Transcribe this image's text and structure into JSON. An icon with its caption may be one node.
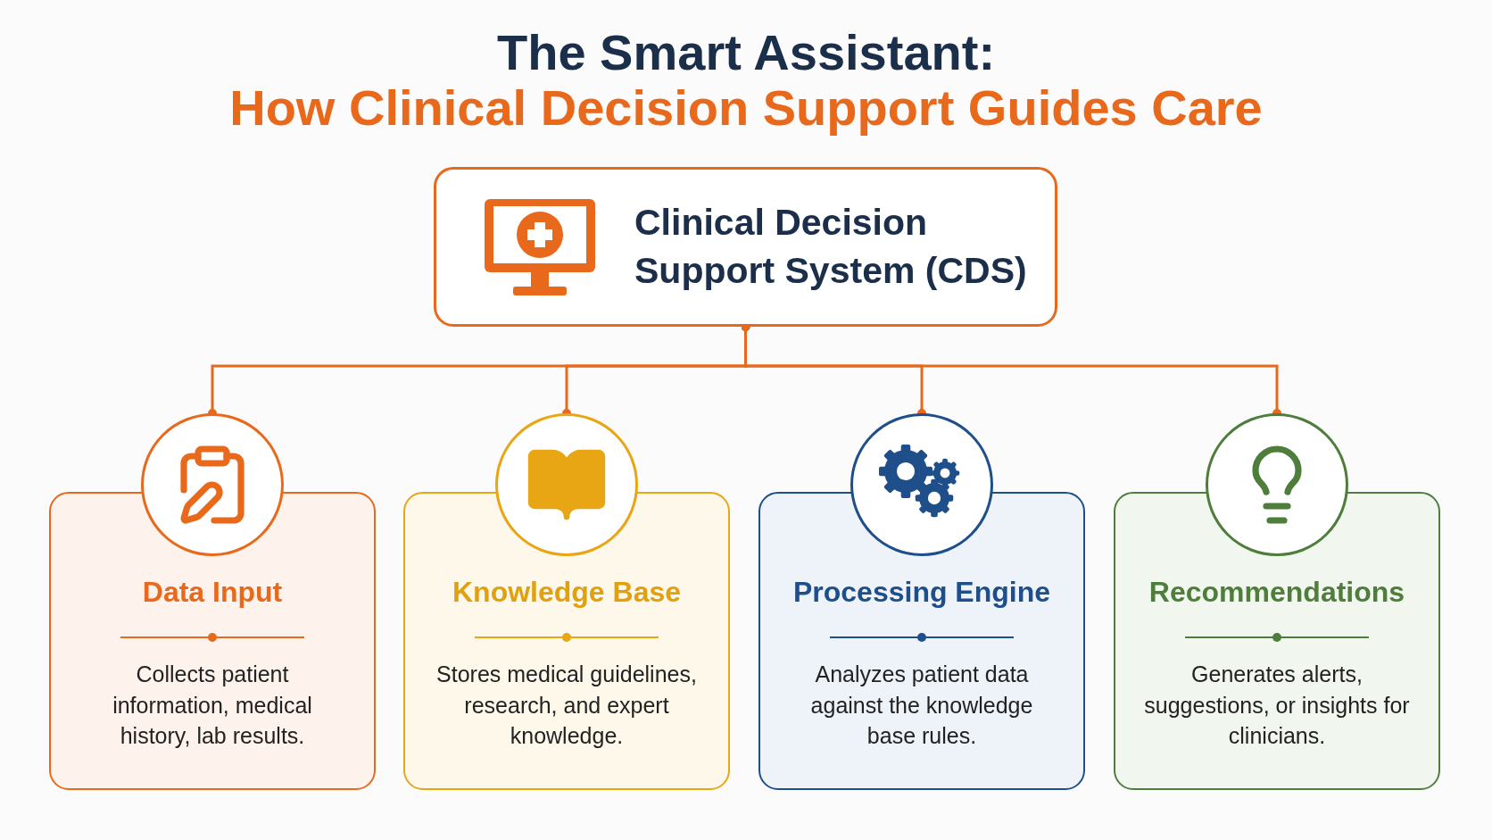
{
  "diagram": {
    "title": "The Smart Assistant:",
    "nodes": [
      {
        "text": [
          "Clinical Decision Support System (CDS)"
        ]
      },
      {
        "text": [],
        "shape": "circle"
      },
      {
        "text": [
          "Data Input",
          "Collects patient information, medical history, lab results."
        ]
      },
      {
        "text": [],
        "shape": "circle"
      },
      {
        "text": [
          "Knowledge Base",
          "Stores medical guidelines, research, and expert knowledge."
        ]
      },
      {
        "text": [],
        "shape": "circle"
      },
      {
        "text": [
          "Processing Engine",
          "Analyzes patient data against the knowledge base rules."
        ]
      },
      {
        "text": [],
        "shape": "circle"
      },
      {
        "text": [
          "Recommendations",
          "Generates alerts, suggestions, or insights for clinicians."
        ]
      }
    ],
    "edges": [
      {
        "from": 0,
        "to": 1,
        "arrow": "other"
      },
      {
        "from": 0,
        "to": 3,
        "arrow": "other"
      },
      {
        "from": 0,
        "to": 5,
        "arrow": "other"
      },
      {
        "from": 0,
        "to": 7,
        "arrow": "other"
      }
    ],
    "labels": [
      "How Clinical Decision Support Guides Care"
    ]
  }
}
